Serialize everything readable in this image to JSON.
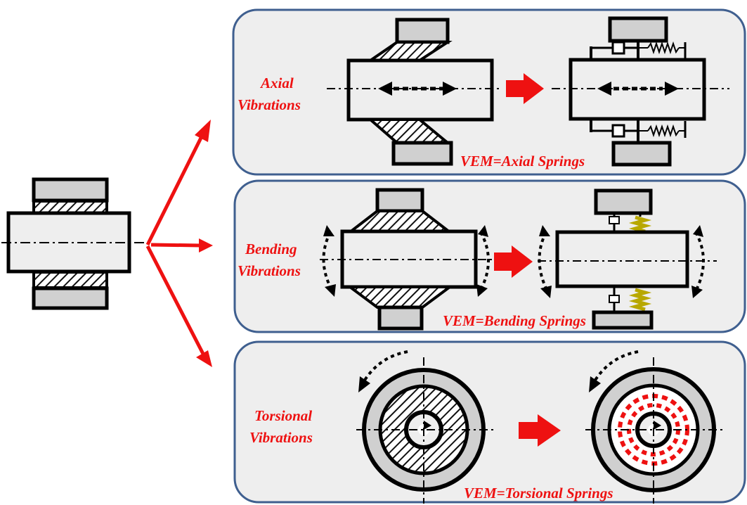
{
  "panels": {
    "axial": {
      "label_line1": "Axial",
      "label_line2": "Vibrations",
      "caption": "VEM=Axial Springs"
    },
    "bending": {
      "label_line1": "Bending",
      "label_line2": "Vibrations",
      "caption": "VEM=Bending Springs"
    },
    "torsional": {
      "label_line1": "Torsional",
      "label_line2": "Vibrations",
      "caption": "VEM=Torsional Springs"
    }
  },
  "colors": {
    "accent": "#ee1111",
    "panel_fill": "#eeeeee",
    "panel_border": "#3f5f8f",
    "shaft_fill": "#eeeeee",
    "hub_fill": "#d0d0d0",
    "spring": "#b8a800"
  }
}
